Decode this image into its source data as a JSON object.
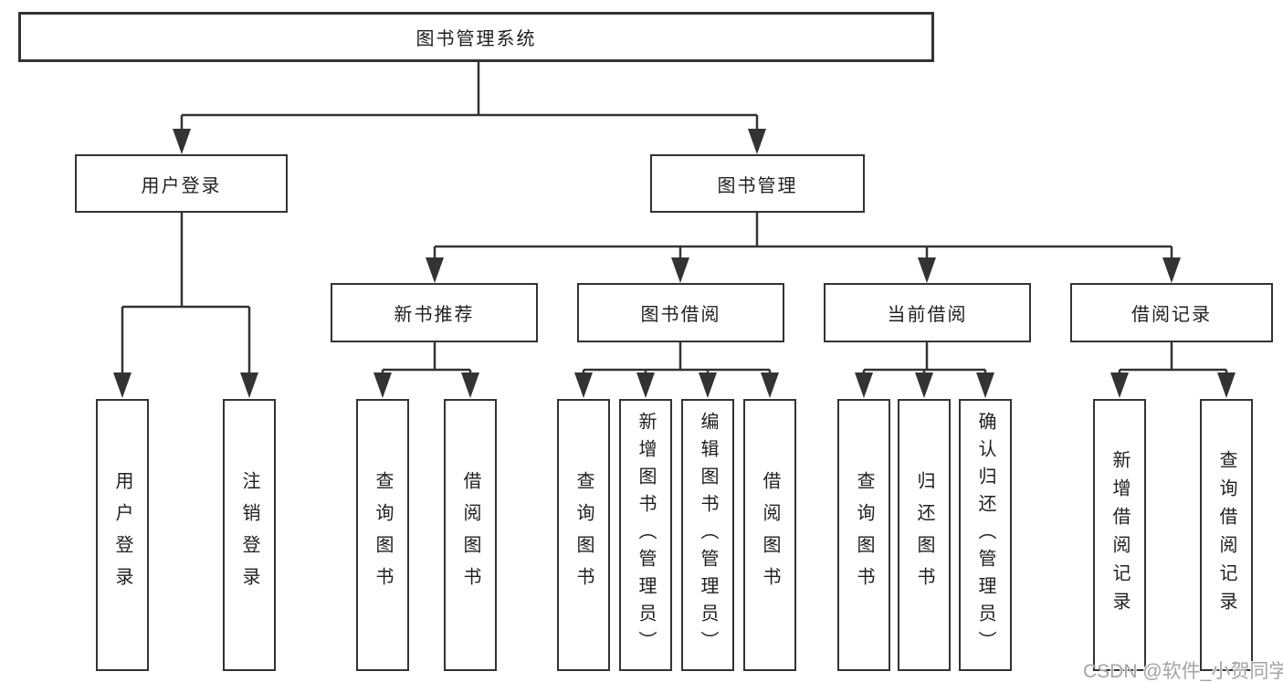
{
  "tree": {
    "root": "图书管理系统",
    "user_login": {
      "label": "用户登录",
      "login": "用户登录",
      "logout": "注销登录"
    },
    "book_mgmt": {
      "label": "图书管理",
      "new_book": {
        "label": "新书推荐",
        "query": "查询图书",
        "borrow": "借阅图书"
      },
      "borrowing": {
        "label": "图书借阅",
        "query": "查询图书",
        "add": "新增图书（管理员）",
        "edit": "编辑图书（管理员）",
        "borrow": "借阅图书"
      },
      "current": {
        "label": "当前借阅",
        "query": "查询图书",
        "return": "归还图书",
        "confirm": "确认归还（管理员）"
      },
      "records": {
        "label": "借阅记录",
        "add": "新增借阅记录",
        "query": "查询借阅记录"
      }
    }
  },
  "watermark": "CSDN @软件_小贺同学",
  "colors": {
    "line": "#333333",
    "text": "#1f1f1f",
    "watermark": "#a3a3a3",
    "background": "#ffffff"
  }
}
